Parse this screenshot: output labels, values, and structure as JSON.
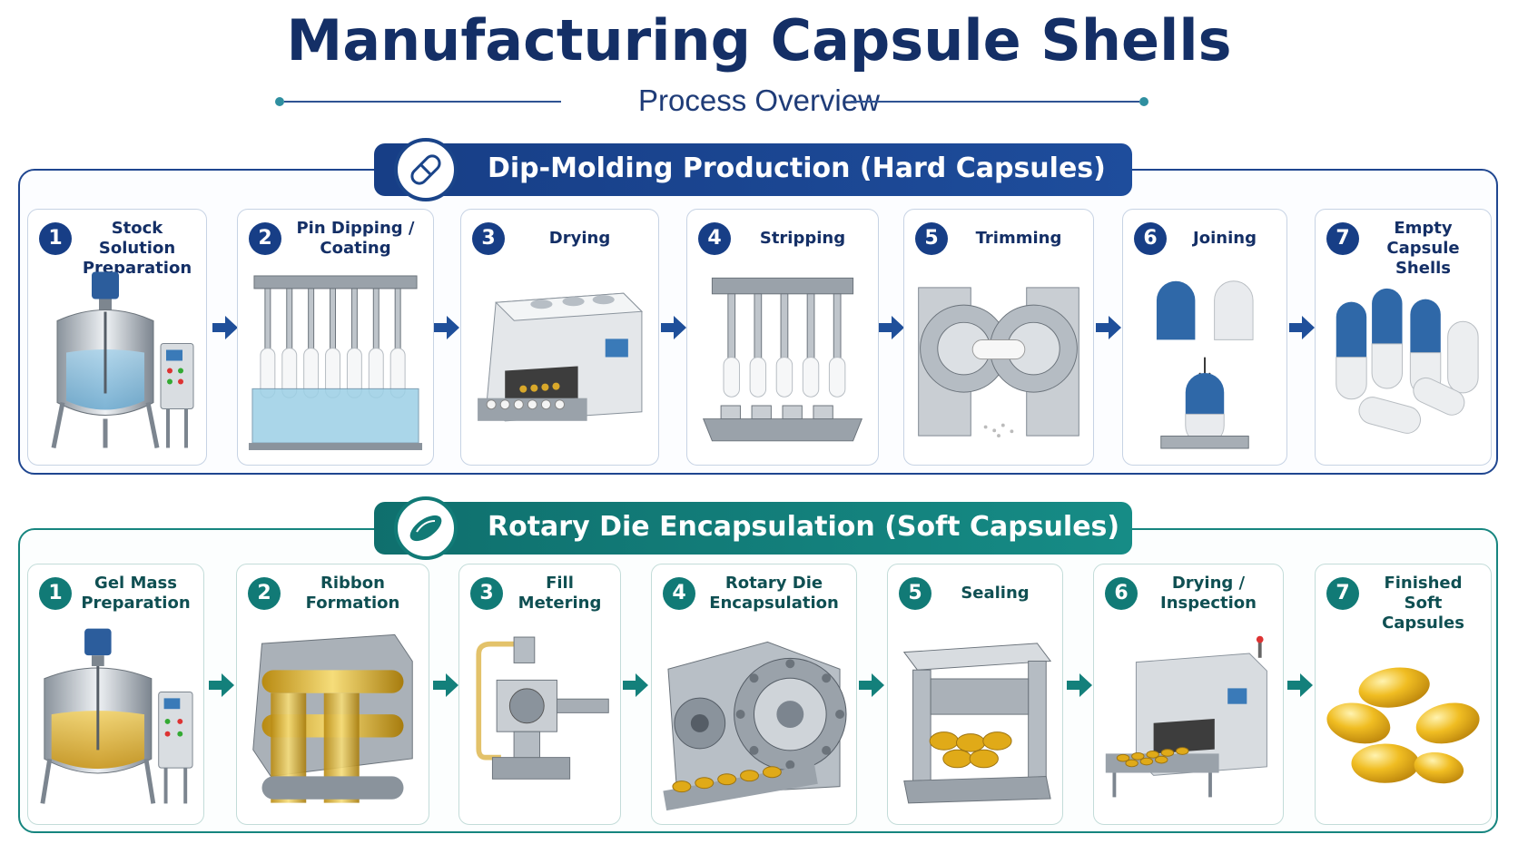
{
  "title": "Manufacturing Capsule Shells",
  "subtitle": "Process Overview",
  "colors": {
    "navy": "#173e86",
    "teal": "#117a76",
    "blue_cap": "#2f68a8",
    "gold_gel": "#e8b21d"
  },
  "hard": {
    "banner_title": "Dip-Molding Production (Hard Capsules)",
    "banner_icon": "capsule-icon",
    "steps": [
      {
        "num": "1",
        "label": "Stock Solution\nPreparation",
        "icon": "mixing-tank"
      },
      {
        "num": "2",
        "label": "Pin Dipping /\nCoating",
        "icon": "dipping-pins"
      },
      {
        "num": "3",
        "label": "Drying",
        "icon": "drying-tunnel"
      },
      {
        "num": "4",
        "label": "Stripping",
        "icon": "stripping-press"
      },
      {
        "num": "5",
        "label": "Trimming",
        "icon": "trimming-wheels"
      },
      {
        "num": "6",
        "label": "Joining",
        "icon": "capsule-join"
      },
      {
        "num": "7",
        "label": "Empty Capsule\nShells",
        "icon": "capsule-shells"
      }
    ]
  },
  "soft": {
    "banner_title": "Rotary Die Encapsulation (Soft Capsules)",
    "banner_icon": "softgel-icon",
    "steps": [
      {
        "num": "1",
        "label": "Gel Mass\nPreparation",
        "icon": "gel-tank"
      },
      {
        "num": "2",
        "label": "Ribbon\nFormation",
        "icon": "ribbon-rollers"
      },
      {
        "num": "3",
        "label": "Fill\nMetering",
        "icon": "fill-pump"
      },
      {
        "num": "4",
        "label": "Rotary Die\nEncapsulation",
        "icon": "rotary-die"
      },
      {
        "num": "5",
        "label": "Sealing",
        "icon": "sealing-press"
      },
      {
        "num": "6",
        "label": "Drying /\nInspection",
        "icon": "drying-conveyor"
      },
      {
        "num": "7",
        "label": "Finished Soft\nCapsules",
        "icon": "softgels"
      }
    ]
  }
}
